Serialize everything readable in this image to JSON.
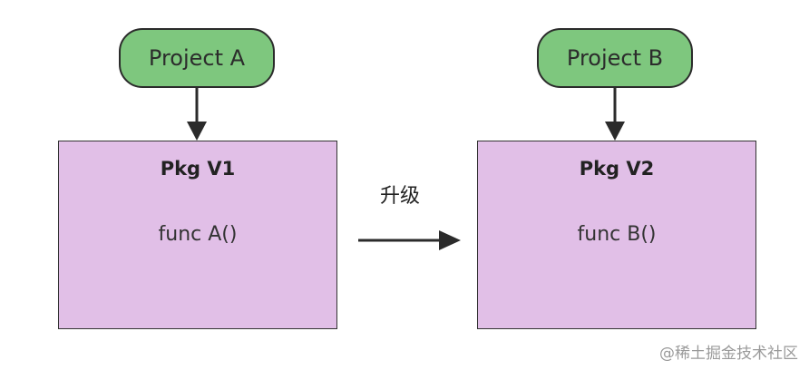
{
  "projects": [
    {
      "label": "Project A",
      "color": "#7ec77e"
    },
    {
      "label": "Project B",
      "color": "#7ec77e"
    }
  ],
  "packages": [
    {
      "title": "Pkg V1",
      "func": "func A()",
      "color": "#e1bfe7"
    },
    {
      "title": "Pkg V2",
      "func": "func B()",
      "color": "#e1bfe7"
    }
  ],
  "upgrade_label": "升级",
  "watermark": "@稀土掘金技术社区"
}
